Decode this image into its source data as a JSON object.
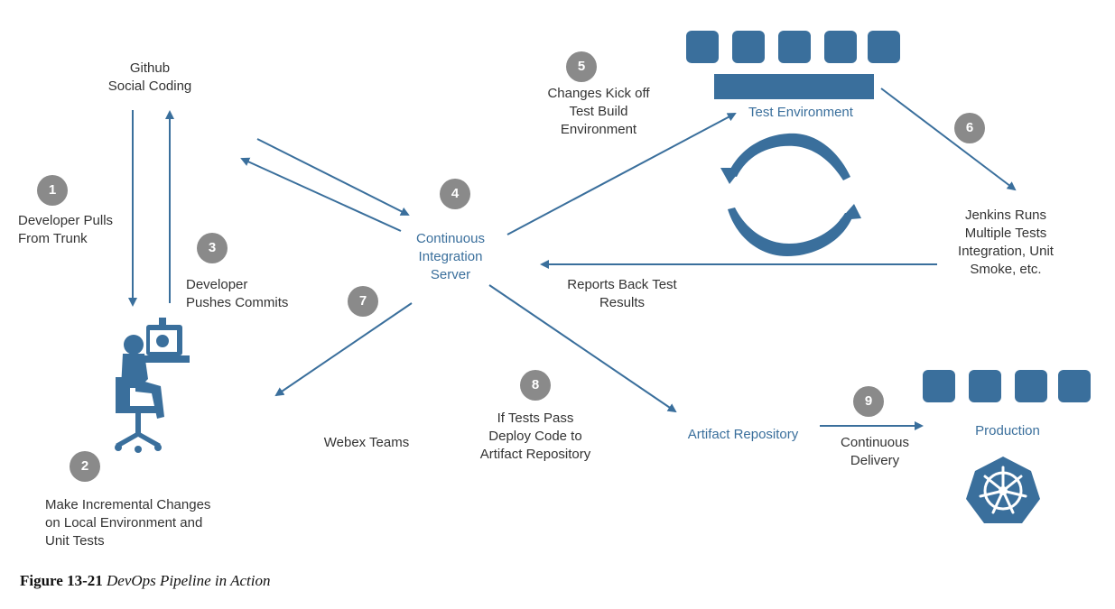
{
  "nodes": {
    "github": "Github\nSocial Coding",
    "ci_server": "Continuous\nIntegration\nServer",
    "test_env": "Test Environment",
    "artifact_repo": "Artifact Repository",
    "production": "Production",
    "webex": "Webex Teams"
  },
  "steps": [
    {
      "num": "1",
      "label": "Developer Pulls\nFrom Trunk"
    },
    {
      "num": "2",
      "label": "Make Incremental Changes\non Local Environment and\nUnit Tests"
    },
    {
      "num": "3",
      "label": "Developer\nPushes Commits"
    },
    {
      "num": "4",
      "label": ""
    },
    {
      "num": "5",
      "label": "Changes Kick off\nTest Build\nEnvironment"
    },
    {
      "num": "6",
      "label": "Jenkins Runs\nMultiple Tests\nIntegration, Unit\nSmoke, etc."
    },
    {
      "num": "7",
      "label": ""
    },
    {
      "num": "8",
      "label": "If Tests Pass\nDeploy Code to\nArtifact Repository"
    },
    {
      "num": "9",
      "label": "Continuous\nDelivery"
    }
  ],
  "reports_back": "Reports Back Test\nResults",
  "caption": {
    "figure": "Figure 13-21",
    "title": "DevOps Pipeline in Action"
  },
  "colors": {
    "blue": "#3a6f9c",
    "badge": "#8a8a8a",
    "text": "#333333"
  }
}
